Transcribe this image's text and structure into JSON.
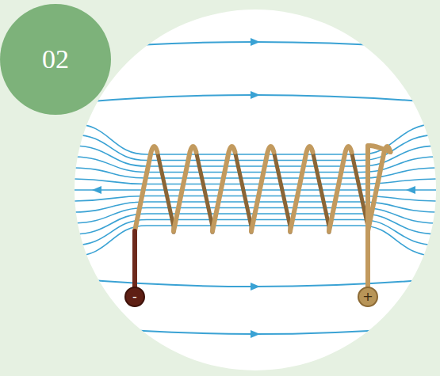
{
  "diagram": {
    "nodes": [
      {
        "text": [
          "02"
        ]
      },
      {
        "text": [
          "-"
        ]
      },
      {
        "text": [
          "+"
        ]
      }
    ]
  }
}
